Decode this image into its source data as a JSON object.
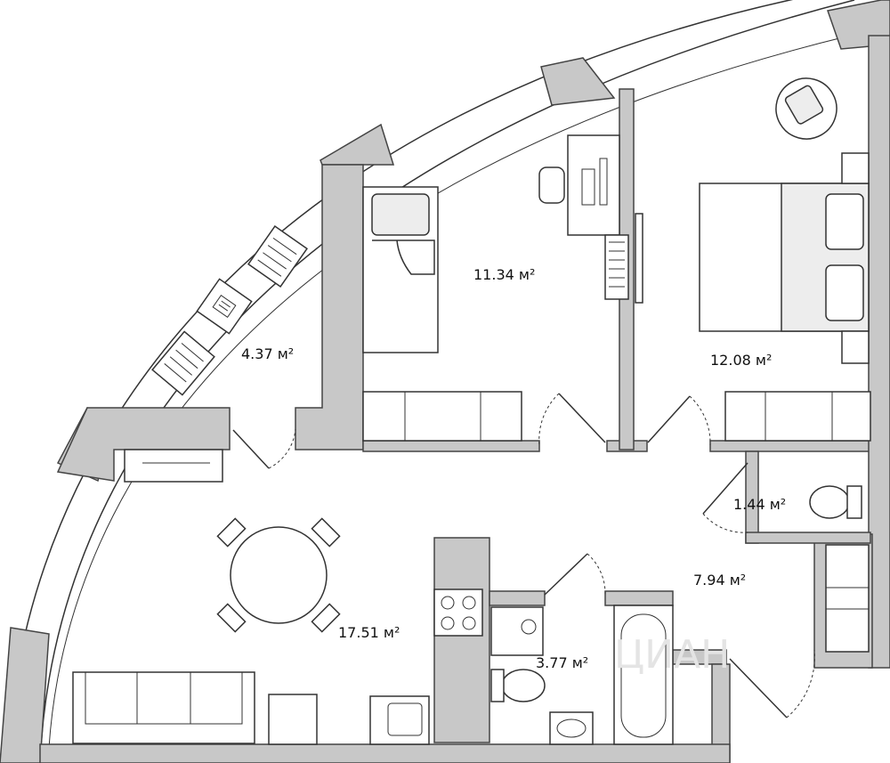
{
  "plan": {
    "rooms": [
      {
        "id": "bedroom-small",
        "area": "11.34 м²"
      },
      {
        "id": "balcony",
        "area": "4.37 м²"
      },
      {
        "id": "bedroom-main",
        "area": "12.08 м²"
      },
      {
        "id": "wc",
        "area": "1.44 м²"
      },
      {
        "id": "hallway",
        "area": "7.94 м²"
      },
      {
        "id": "living-kitchen",
        "area": "17.51 м²"
      },
      {
        "id": "bathroom",
        "area": "3.77 м²"
      }
    ],
    "watermark": "ЦИАН"
  },
  "colors": {
    "wall": "#c8c8c8",
    "line": "#333333",
    "furniture_fill": "#ededed",
    "background": "#ffffff"
  }
}
